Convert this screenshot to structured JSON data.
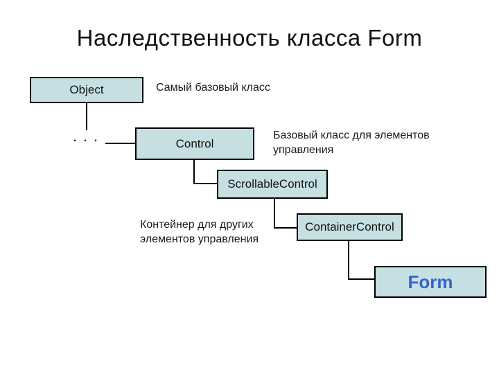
{
  "slide": {
    "title": "Наследственность класса Form"
  },
  "colors": {
    "background": "#ffffff",
    "box_fill": "#c6dfe2",
    "box_border": "#000000",
    "connector": "#000000",
    "form_label_text": "#3366cc",
    "body_text": "#1a1a1a"
  },
  "diagram": {
    "type": "class-inheritance",
    "ellipsis": ". . .",
    "nodes": [
      {
        "id": "object",
        "label": "Object"
      },
      {
        "id": "control",
        "label": "Control"
      },
      {
        "id": "scrollablecontrol",
        "label": "ScrollableControl"
      },
      {
        "id": "containercontrol",
        "label": "ContainerControl"
      },
      {
        "id": "form",
        "label": "Form"
      }
    ],
    "edges": [
      {
        "from": "Object",
        "to": "...",
        "style": "elbow"
      },
      {
        "from": "...",
        "to": "Control",
        "style": "elbow"
      },
      {
        "from": "Control",
        "to": "ScrollableControl",
        "style": "elbow"
      },
      {
        "from": "ScrollableControl",
        "to": "ContainerControl",
        "style": "elbow"
      },
      {
        "from": "ContainerControl",
        "to": "Form",
        "style": "elbow"
      }
    ],
    "annotations": {
      "object_note": "Самый базовый класс",
      "control_note_line1": "Базовый класс для элементов",
      "control_note_line2": "управления",
      "container_note_line1": "Контейнер для других",
      "container_note_line2": "элементов управления"
    }
  }
}
